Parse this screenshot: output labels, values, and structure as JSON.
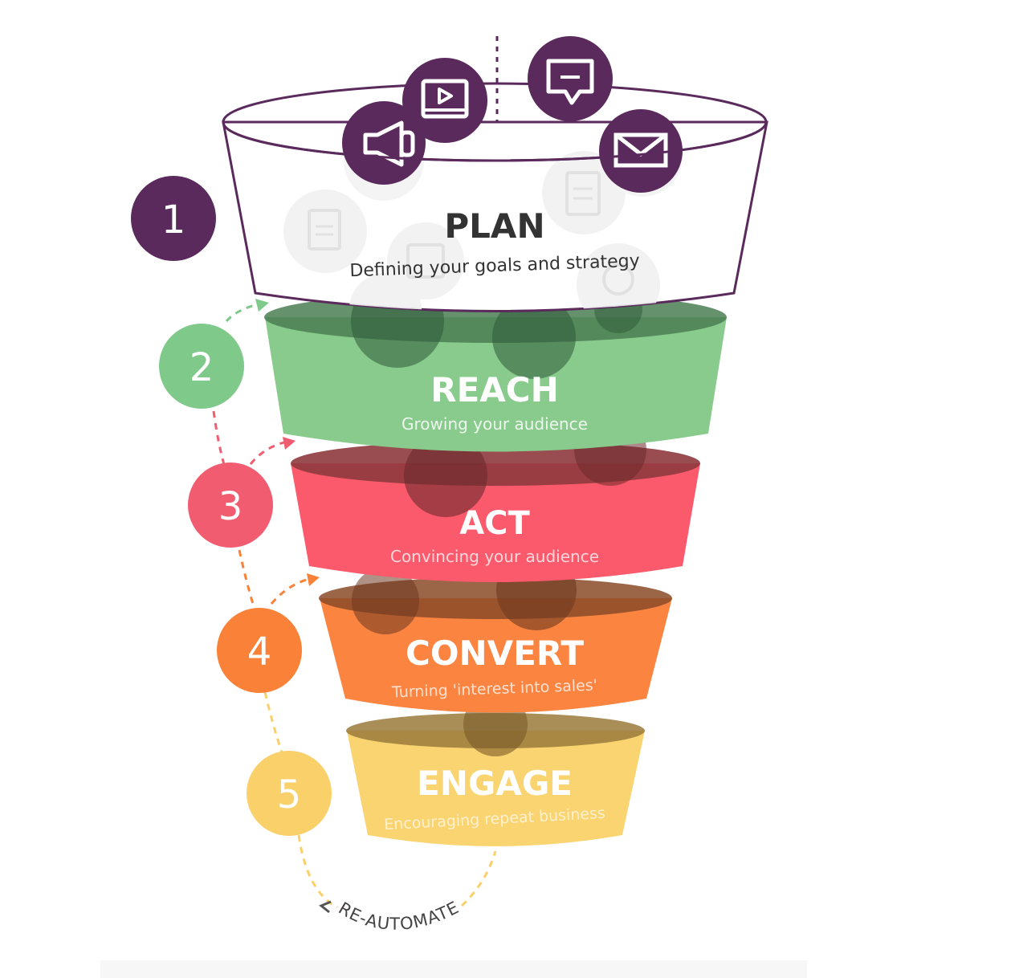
{
  "funnel": {
    "stages": [
      {
        "number": "1",
        "title": "PLAN",
        "subtitle": "Defining your goals and strategy",
        "color": "#5a2a5c",
        "band_color": "#ffffff"
      },
      {
        "number": "2",
        "title": "REACH",
        "subtitle": "Growing your audience",
        "color": "#7fc98a",
        "band_color": "#88cb8c"
      },
      {
        "number": "3",
        "title": "ACT",
        "subtitle": "Convincing your audience",
        "color": "#f25c70",
        "band_color": "#fb5a6c"
      },
      {
        "number": "4",
        "title": "CONVERT",
        "subtitle": "Turning 'interest into sales'",
        "color": "#f98138",
        "band_color": "#fb8440"
      },
      {
        "number": "5",
        "title": "ENGAGE",
        "subtitle": "Encouraging repeat business",
        "color": "#f9d06a",
        "band_color": "#f9d471"
      }
    ],
    "loop_label": "RE-AUTOMATE",
    "icons": [
      "megaphone-icon",
      "video-player-icon",
      "chat-bubble-icon",
      "envelope-icon"
    ],
    "faded_icons": [
      "document-icon",
      "file-icon",
      "calendar-icon",
      "folder-icon",
      "award-badge-icon"
    ]
  }
}
